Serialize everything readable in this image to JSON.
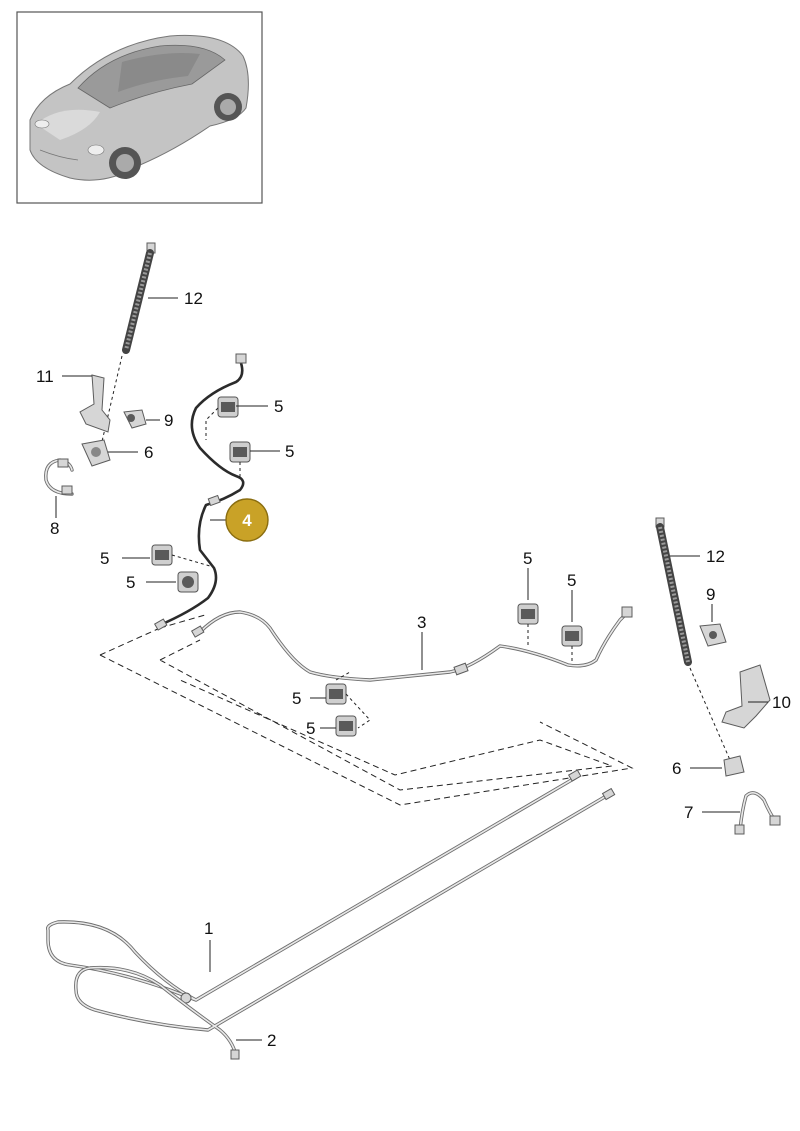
{
  "parts": [
    {
      "id": "label-1",
      "text": "1"
    },
    {
      "id": "label-2",
      "text": "2"
    },
    {
      "id": "label-3",
      "text": "3"
    },
    {
      "id": "label-5a",
      "text": "5"
    },
    {
      "id": "label-5b",
      "text": "5"
    },
    {
      "id": "label-5c",
      "text": "5"
    },
    {
      "id": "label-5d",
      "text": "5"
    },
    {
      "id": "label-5e",
      "text": "5"
    },
    {
      "id": "label-5f",
      "text": "5"
    },
    {
      "id": "label-5g",
      "text": "5"
    },
    {
      "id": "label-5h",
      "text": "5"
    },
    {
      "id": "label-6a",
      "text": "6"
    },
    {
      "id": "label-6b",
      "text": "6"
    },
    {
      "id": "label-7",
      "text": "7"
    },
    {
      "id": "label-8",
      "text": "8"
    },
    {
      "id": "label-9a",
      "text": "9"
    },
    {
      "id": "label-9b",
      "text": "9"
    },
    {
      "id": "label-10",
      "text": "10"
    },
    {
      "id": "label-11",
      "text": "11"
    },
    {
      "id": "label-12a",
      "text": "12"
    },
    {
      "id": "label-12b",
      "text": "12"
    }
  ],
  "highlight": {
    "text": "4",
    "color": "#c9a227"
  },
  "colors": {
    "pipe": "#6e6e6e",
    "highlight_badge": "#c9a227",
    "thumbnail_car": "#b9b9b9"
  }
}
